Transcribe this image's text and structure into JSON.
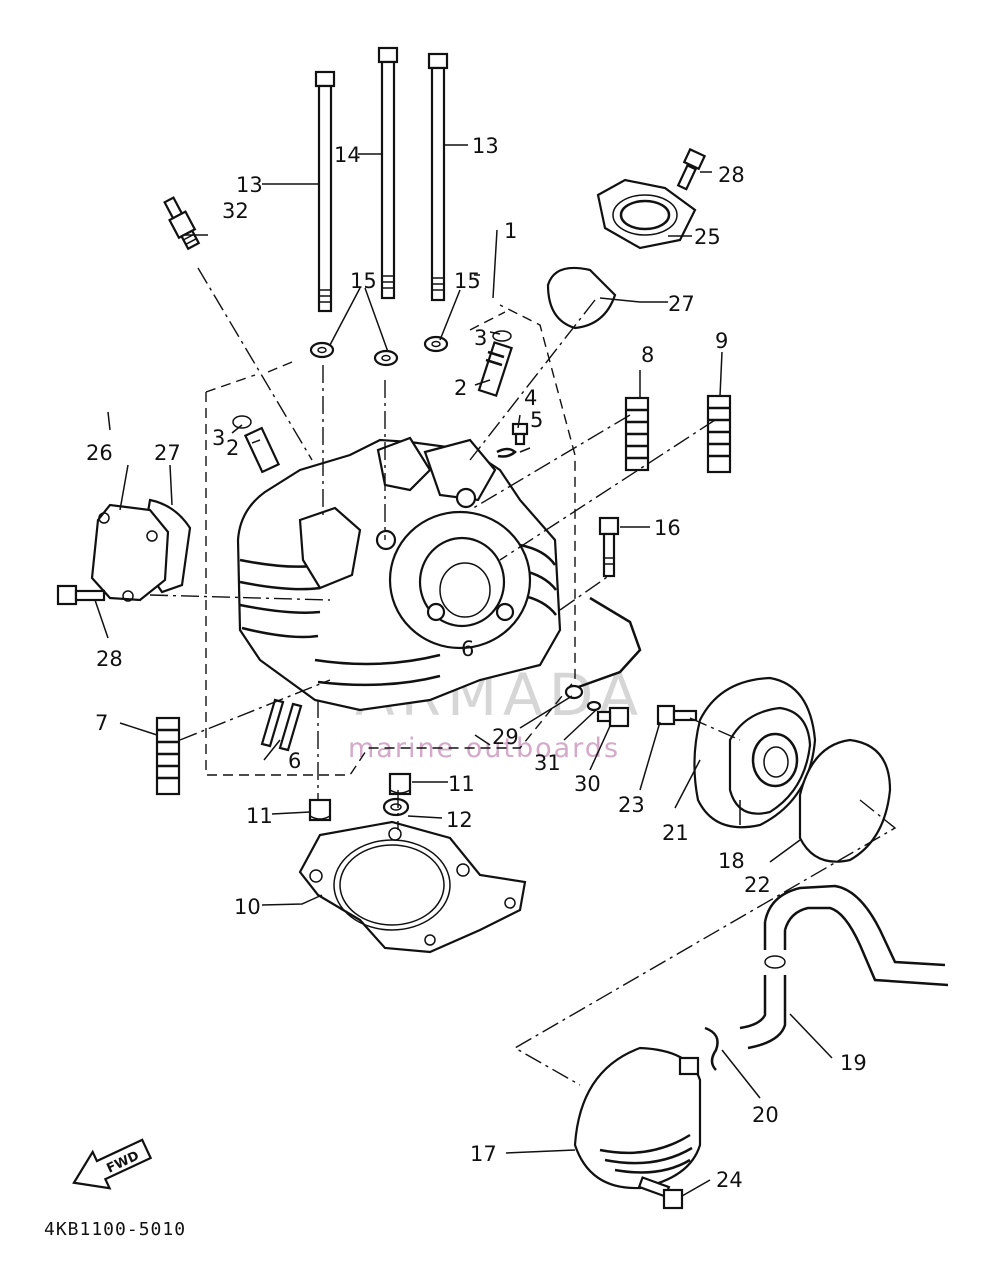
{
  "diagram": {
    "drawing_code": "4KB1100-5010",
    "fwd_label": "FWD",
    "watermark": {
      "brand": "ARMADA",
      "tagline": "marine outboards",
      "color": "#d48ab6"
    },
    "callouts": [
      {
        "id": "c1",
        "text": "1"
      },
      {
        "id": "c2a",
        "text": "2"
      },
      {
        "id": "c2b",
        "text": "2"
      },
      {
        "id": "c3a",
        "text": "3"
      },
      {
        "id": "c3b",
        "text": "3"
      },
      {
        "id": "c4",
        "text": "4"
      },
      {
        "id": "c5",
        "text": "5"
      },
      {
        "id": "c6a",
        "text": "6"
      },
      {
        "id": "c6b",
        "text": "6"
      },
      {
        "id": "c7",
        "text": "7"
      },
      {
        "id": "c8",
        "text": "8"
      },
      {
        "id": "c9",
        "text": "9"
      },
      {
        "id": "c10",
        "text": "10"
      },
      {
        "id": "c11a",
        "text": "11"
      },
      {
        "id": "c11b",
        "text": "11"
      },
      {
        "id": "c12",
        "text": "12"
      },
      {
        "id": "c13a",
        "text": "13"
      },
      {
        "id": "c13b",
        "text": "13"
      },
      {
        "id": "c14",
        "text": "14"
      },
      {
        "id": "c15a",
        "text": "15"
      },
      {
        "id": "c15b",
        "text": "15"
      },
      {
        "id": "c16",
        "text": "16"
      },
      {
        "id": "c17",
        "text": "17"
      },
      {
        "id": "c18",
        "text": "18"
      },
      {
        "id": "c19",
        "text": "19"
      },
      {
        "id": "c20",
        "text": "20"
      },
      {
        "id": "c21",
        "text": "21"
      },
      {
        "id": "c22",
        "text": "22"
      },
      {
        "id": "c23",
        "text": "23"
      },
      {
        "id": "c24",
        "text": "24"
      },
      {
        "id": "c25",
        "text": "25"
      },
      {
        "id": "c26",
        "text": "26"
      },
      {
        "id": "c27a",
        "text": "27"
      },
      {
        "id": "c27b",
        "text": "27"
      },
      {
        "id": "c28a",
        "text": "28"
      },
      {
        "id": "c28b",
        "text": "28"
      },
      {
        "id": "c29",
        "text": "29"
      },
      {
        "id": "c30",
        "text": "30"
      },
      {
        "id": "c31",
        "text": "31"
      },
      {
        "id": "c32",
        "text": "32"
      }
    ]
  }
}
